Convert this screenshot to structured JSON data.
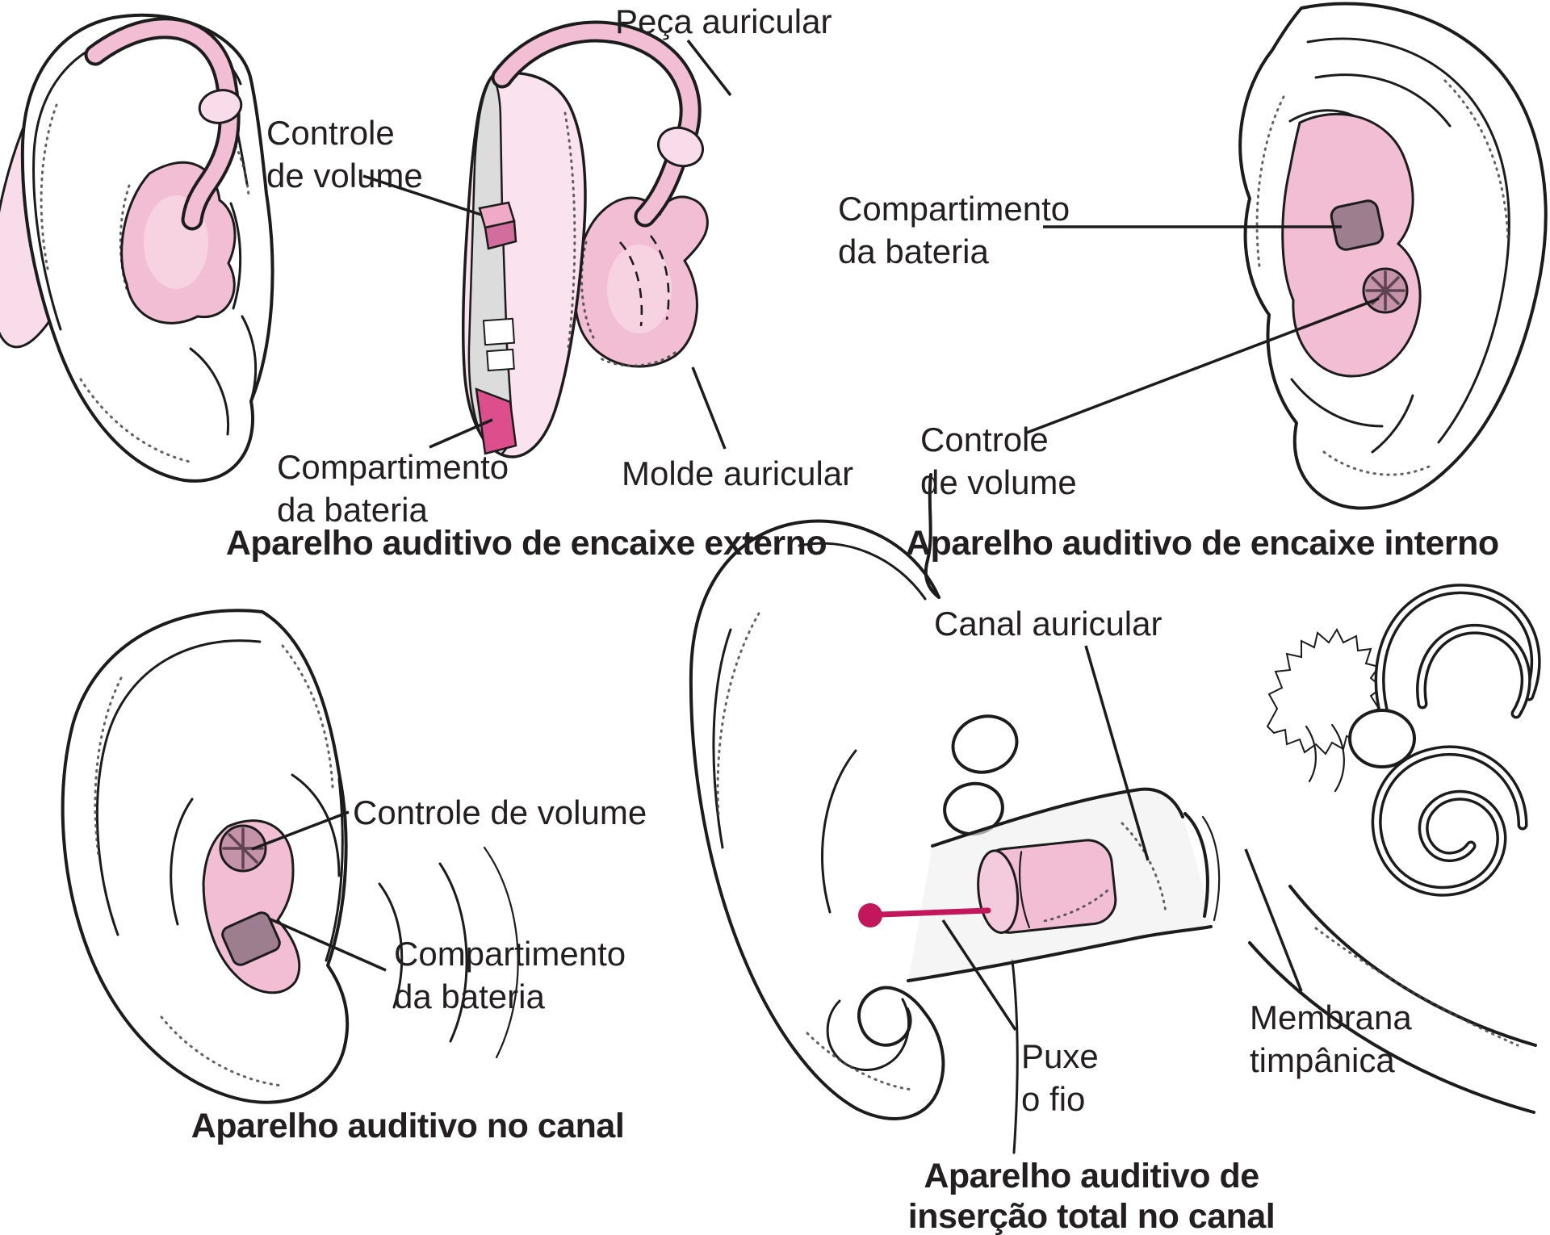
{
  "colors": {
    "ink": "#1c1c1c",
    "text": "#231f20",
    "pink_light": "#F8DCE9",
    "pink_body": "#FAE3EE",
    "pink_mid": "#F2BED3",
    "pink_deep": "#DD4F8C",
    "magenta": "#C2185B",
    "mauve": "#9C7E8E",
    "knob": "#C493AA",
    "gray_panel": "#DCDCDC"
  },
  "panels": {
    "bte": {
      "labels": {
        "peca": "Peça auricular",
        "controle_l1": "Controle",
        "controle_l2": "de volume",
        "compartimento_l1": "Compartimento",
        "compartimento_l2": "da bateria",
        "molde": "Molde auricular"
      },
      "caption": "Aparelho auditivo de encaixe externo"
    },
    "ite": {
      "labels": {
        "compartimento_l1": "Compartimento",
        "compartimento_l2": "da bateria",
        "controle_l1": "Controle",
        "controle_l2": "de volume"
      },
      "caption": "Aparelho auditivo de encaixe interno"
    },
    "itc": {
      "labels": {
        "controle": "Controle de volume",
        "compartimento_l1": "Compartimento",
        "compartimento_l2": "da bateria"
      },
      "caption": "Aparelho auditivo no canal"
    },
    "cic": {
      "labels": {
        "canal": "Canal auricular",
        "puxe_l1": "Puxe",
        "puxe_l2": "o fio",
        "membrana_l1": "Membrana",
        "membrana_l2": "timpânica"
      },
      "caption_l1": "Aparelho auditivo de",
      "caption_l2": "inserção total no canal"
    }
  }
}
